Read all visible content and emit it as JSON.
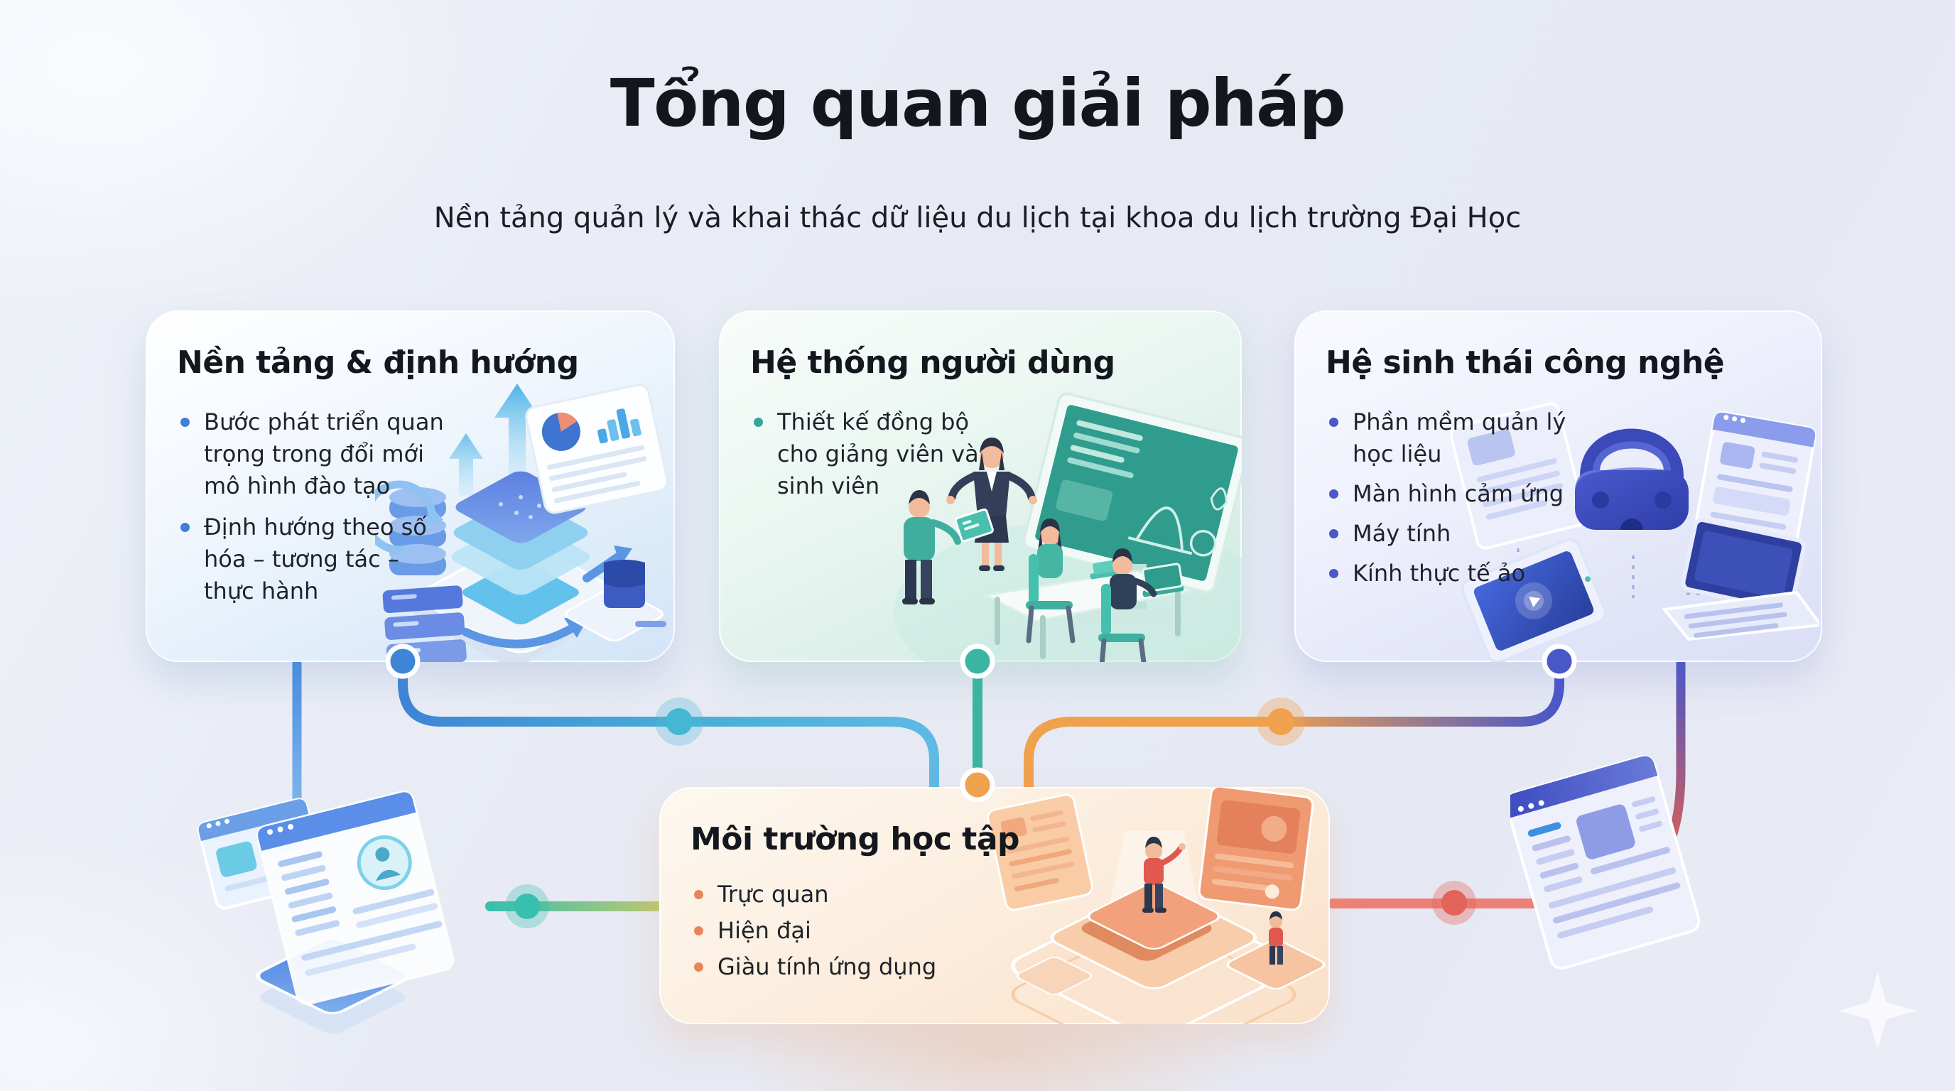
{
  "page": {
    "title": "Tổng quan giải pháp",
    "subtitle": "Nền tảng quản lý và khai thác dữ liệu du lịch tại khoa du lịch trường Đại Học"
  },
  "cards": [
    {
      "id": "foundation",
      "title": "Nền tảng & định hướng",
      "accent_color": "#3f7fd9",
      "bullets": [
        "Bước phát triển quan trọng trong đổi mới mô hình đào tạo",
        "Định hướng theo số hóa – tương tác – thực hành"
      ],
      "illustration": "data-platform-stack-with-arrows-database-dashboard"
    },
    {
      "id": "user-system",
      "title": "Hệ thống người dùng",
      "accent_color": "#2fa99a",
      "bullets": [
        "Thiết kế đồng bộ cho giảng viên và sinh viên"
      ],
      "illustration": "classroom-teacher-presenting-big-screen-students"
    },
    {
      "id": "tech-ecosystem",
      "title": "Hệ sinh thái công nghệ",
      "accent_color": "#4a58c8",
      "bullets": [
        "Phần mềm quản lý học liệu",
        "Màn hình cảm ứng",
        "Máy tính",
        "Kính thực tế ảo"
      ],
      "illustration": "vr-headset-tablet-laptop-browser-cards"
    },
    {
      "id": "learning-environment",
      "title": "Môi trường học tập",
      "accent_color": "#e8845a",
      "bullets": [
        "Trực quan",
        "Hiện đại",
        "Giàu tính ứng dụng"
      ],
      "illustration": "people-on-isometric-stage-with-screens"
    }
  ],
  "connectors": {
    "node_blue": "#3f85d6",
    "node_teal": "#3cb4a4",
    "node_indigo": "#4a57c9",
    "node_orange": "#f0a14d",
    "node_cyan": "#44b7d2",
    "node_mint": "#38bfae",
    "node_red": "#e2635a",
    "line_olive_end": "#b9c873"
  },
  "decorations": {
    "bottom_left": "stacked-browser-windows-on-platform",
    "bottom_right": "tilted-browser-window",
    "corner": "sparkle-star"
  }
}
